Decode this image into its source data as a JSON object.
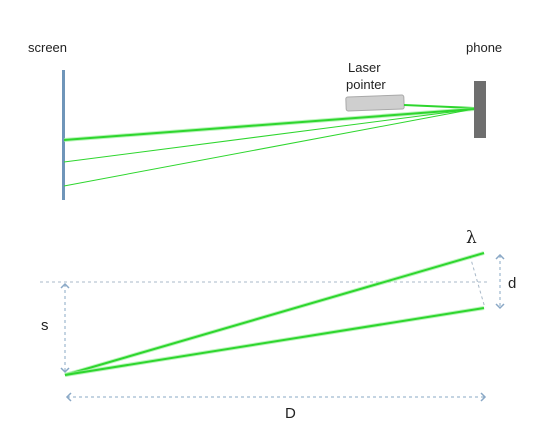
{
  "top_diagram": {
    "screen_label": "screen",
    "laser_label_line1": "Laser",
    "laser_label_line2": "pointer",
    "phone_label": "phone"
  },
  "bottom_diagram": {
    "lambda_label": "λ",
    "d_label": "d",
    "s_label": "s",
    "D_label": "D"
  },
  "colors": {
    "beam": "#2ed62e",
    "beam_glow": "#9ff09f",
    "screen": "#6f95b9",
    "phone": "#6e6e6e",
    "laser_body": "#cfcfcf",
    "laser_body_edge": "#a9a9a9",
    "dimension_arrow": "#8aa8c6",
    "dashed_line": "#a8b8c8"
  }
}
